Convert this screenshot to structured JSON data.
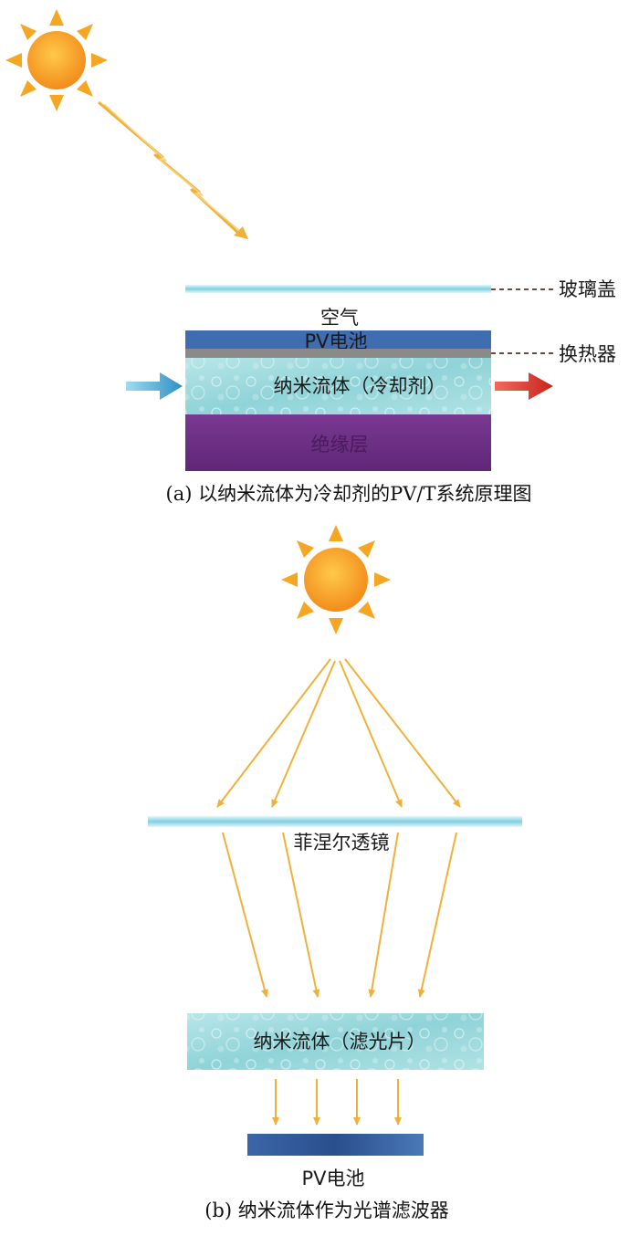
{
  "panel_a": {
    "glass_cover_label": "玻璃盖",
    "air_label": "空气",
    "pv_cell_label": "PV电池",
    "heat_exchanger_label": "换热器",
    "nanofluid_label": "纳米流体（冷却剂）",
    "insulation_label": "绝缘层",
    "caption": "(a) 以纳米流体为冷却剂的PV/T系统原理图"
  },
  "panel_b": {
    "fresnel_lens_label": "菲涅尔透镜",
    "nanofluid_label": "纳米流体（滤光片）",
    "pv_cell_label": "PV电池",
    "caption": "(b) 纳米流体作为光谱滤波器"
  },
  "colors": {
    "sun": "#f5a623",
    "ray": "#f0b13a",
    "glass": "#7fd1e3",
    "pv_cell": "#3f6db0",
    "heat_exchanger": "#8a8a8a",
    "nanofluid": "#9fdadf",
    "insulation": "#6e2f86",
    "inlet_arrow": "#3aa7d6",
    "outlet_arrow": "#d6332a"
  }
}
